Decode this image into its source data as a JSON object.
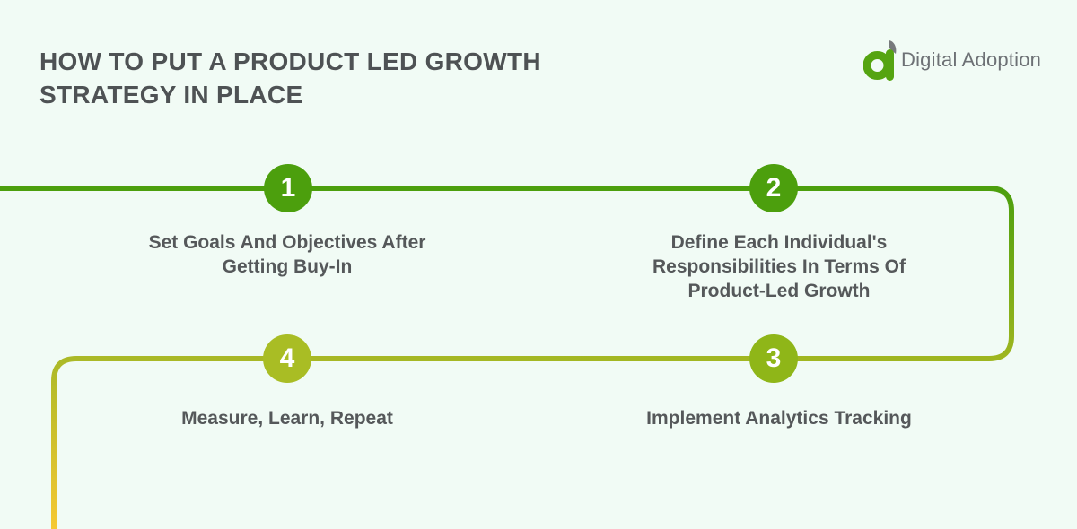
{
  "canvas": {
    "background": "#f1fbf5"
  },
  "header": {
    "title_lines": [
      "HOW TO PUT A PRODUCT LED GROWTH",
      "STRATEGY IN PLACE"
    ],
    "title_color": "#4e5254"
  },
  "logo": {
    "brand_text": "Digital Adoption",
    "mark_icon": "digital-adoption-a-mark",
    "mark_green": "#55a411",
    "leaf_gray": "#77797c",
    "text_color": "#6d7175"
  },
  "flow": {
    "type": "numbered-snake-path",
    "text_color": "#55585a",
    "line_colors": {
      "start_green": "#4c9f0d",
      "mid_yellow_green": "#9eb61f",
      "left_olive": "#abb927",
      "end_yellow": "#f6c833"
    },
    "steps": [
      {
        "number": "1",
        "circle_color": "#4c9f0d",
        "lines": [
          "Set Goals And Objectives After",
          "Getting Buy-In"
        ]
      },
      {
        "number": "2",
        "circle_color": "#4c9f0d",
        "lines": [
          "Define Each Individual's",
          "Responsibilities In Terms Of",
          "Product-Led Growth"
        ]
      },
      {
        "number": "3",
        "circle_color": "#8fb618",
        "lines": [
          "Implement Analytics Tracking"
        ]
      },
      {
        "number": "4",
        "circle_color": "#a9bd24",
        "lines": [
          "Measure, Learn, Repeat"
        ]
      }
    ]
  }
}
